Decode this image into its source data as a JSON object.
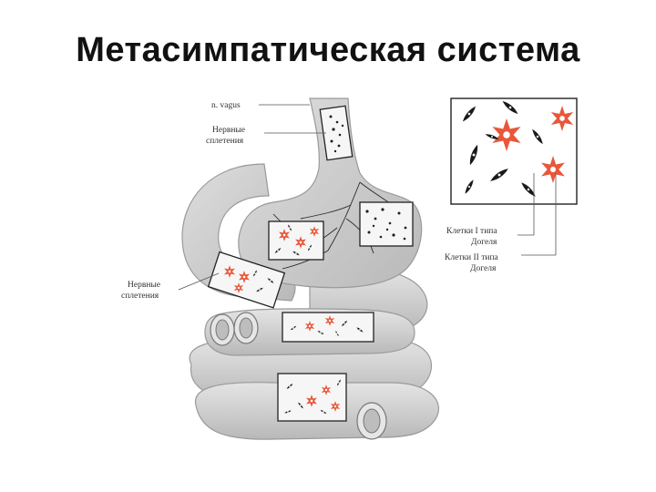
{
  "slide": {
    "title": "Метасимпатическая система"
  },
  "figure": {
    "labels": {
      "vagus": "n. vagus",
      "plexus_top_1": "Нервные",
      "plexus_top_2": "сплетения",
      "plexus_left_1": "Нервные",
      "plexus_left_2": "сплетения",
      "cells_type1_1": "Клетки I типа",
      "cells_type1_2": "Догеля",
      "cells_type2_1": "Клетки II типа",
      "cells_type2_2": "Догеля"
    },
    "colors": {
      "organ_fill": "#d2d2d2",
      "organ_stroke": "#9a9a9a",
      "cell_type1": "#e8573a",
      "cell_type2": "#1a1a1a",
      "leader_line": "#555555"
    }
  }
}
